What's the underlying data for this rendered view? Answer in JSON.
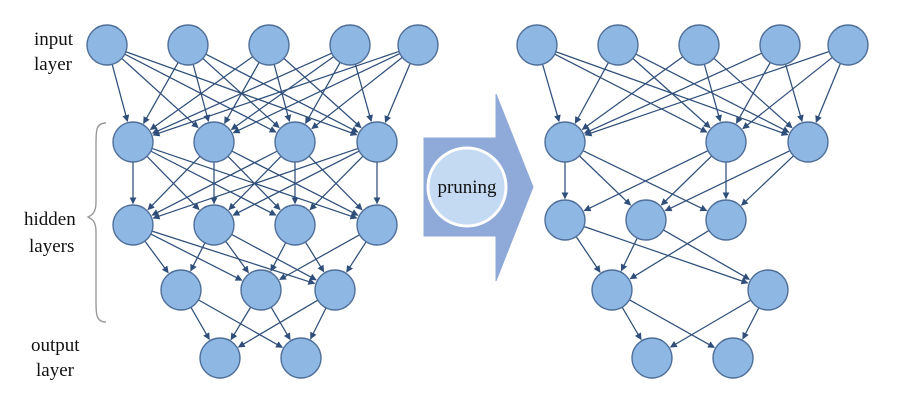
{
  "labels": {
    "input_line1": "input",
    "input_line2": "layer",
    "hidden_line1": "hidden",
    "hidden_line2": "layers",
    "output_line1": "output",
    "output_line2": "layer",
    "pruning": "pruning"
  },
  "colors": {
    "node_fill": "#8fb7e3",
    "node_stroke": "#4f6f99",
    "edge": "#2f4f7a",
    "arrow_fill": "#8fa9d8",
    "pruning_circle": "#c4daf2"
  },
  "networks": {
    "before": {
      "layer_sizes": [
        5,
        4,
        4,
        3,
        2
      ]
    },
    "after": {
      "layer_sizes": [
        5,
        3,
        3,
        2,
        2
      ]
    }
  }
}
